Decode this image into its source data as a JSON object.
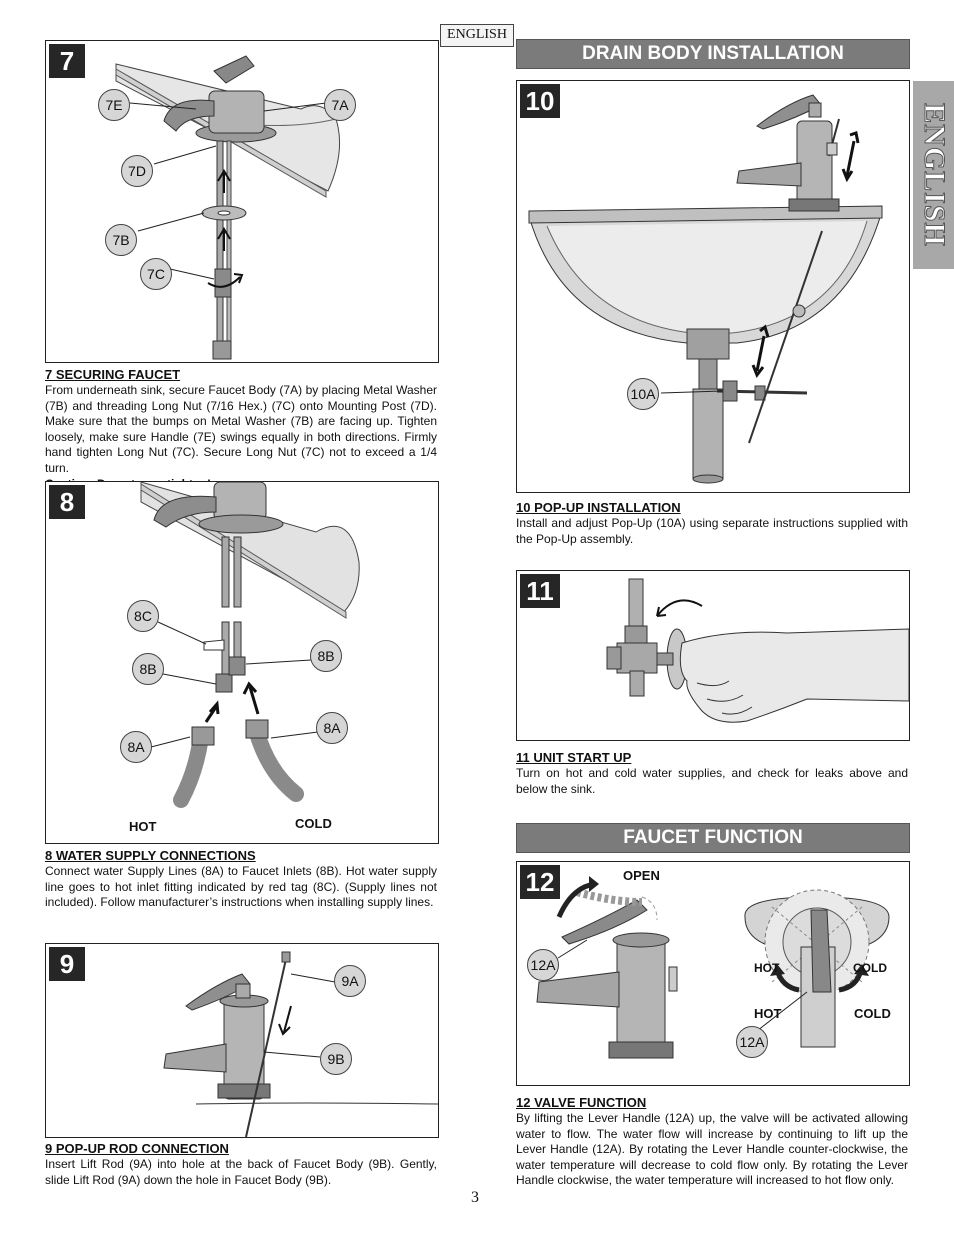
{
  "language_tab": "ENGLISH",
  "side_tab": "ENGLISH",
  "page_number": "3",
  "headers": {
    "drain": "DRAIN BODY INSTALLATION",
    "function": "FAUCET FUNCTION"
  },
  "step7": {
    "number": "7",
    "title": "7   SECURING FAUCET",
    "text": "From underneath sink, secure Faucet Body (7A) by placing Metal Washer (7B) and threading Long Nut (7/16 Hex.) (7C) onto Mounting Post (7D). Make sure that the bumps on Metal Washer (7B) are facing up. Tighten loosely, make sure Handle (7E) swings equally in both directions. Firmly hand tighten Long Nut (7C). Secure Long Nut (7C) not to exceed a 1/4 turn.",
    "caution": "Caution: Do not over tighten!",
    "callouts": [
      "7E",
      "7A",
      "7D",
      "7B",
      "7C"
    ]
  },
  "step8": {
    "number": "8",
    "title": "8   WATER SUPPLY CONNECTIONS",
    "text": "Connect water Supply Lines (8A) to Faucet Inlets (8B).  Hot water supply line goes to hot inlet fitting indicated by red tag (8C).  (Supply lines not included). Follow manufacturer’s instructions when installing supply lines.",
    "callouts": [
      "8C",
      "8B",
      "8B",
      "8A",
      "8A"
    ],
    "hot": "HOT",
    "cold": "COLD"
  },
  "step9": {
    "number": "9",
    "title": "9   POP-UP ROD CONNECTION",
    "text": "Insert Lift Rod (9A) into hole at the back of Faucet Body (9B). Gently, slide Lift Rod (9A) down the hole in Faucet Body (9B).",
    "callouts": [
      "9A",
      "9B"
    ]
  },
  "step10": {
    "number": "10",
    "title": "10  POP-UP INSTALLATION",
    "text": "Install and adjust Pop-Up (10A) using separate instructions supplied with the Pop-Up assembly.",
    "callouts": [
      "10A"
    ]
  },
  "step11": {
    "number": "11",
    "title": "11   UNIT START UP",
    "text": "Turn on hot and cold water supplies, and check for leaks above and below the sink."
  },
  "step12": {
    "number": "12",
    "title": "12   VALVE FUNCTION",
    "text": "By lifting the Lever Handle (12A) up, the valve will be activated allowing water to flow. The water flow will increase by continuing to lift up the Lever Handle (12A). By rotating the Lever Handle counter-clockwise, the water temperature will decrease to cold flow only. By rotating the Lever Handle clockwise, the water temperature will increased to hot flow only.",
    "callouts": [
      "12A",
      "12A"
    ],
    "open": "OPEN",
    "hot_inner": "HOT",
    "cold_inner": "COLD",
    "hot": "HOT",
    "cold": "COLD"
  },
  "colors": {
    "header_bg": "#7b7b7b",
    "number_bg": "#262626",
    "callout_bg": "#d6d6d6",
    "side_tab_bg": "#a8a8a8"
  }
}
